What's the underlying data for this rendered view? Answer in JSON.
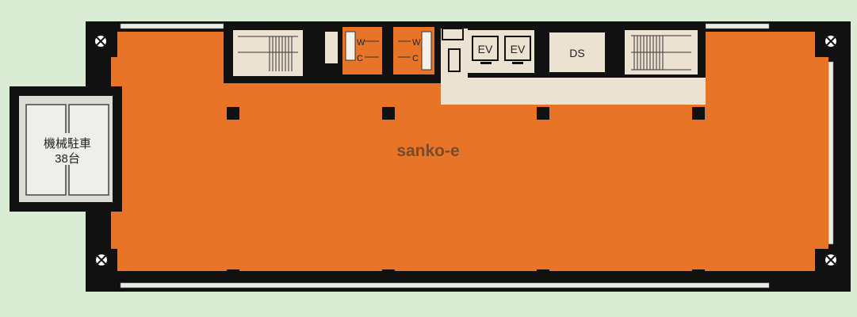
{
  "parking": {
    "line1": "機械駐車",
    "line2": "38台"
  },
  "core": {
    "elevator_1": "EV",
    "elevator_2": "EV",
    "duct_space": "DS",
    "wc_labels": [
      "W",
      "C",
      "W",
      "C"
    ]
  },
  "watermark": "sanko-e",
  "colors": {
    "background": "#d9ecd3",
    "office_floor": "#e87427",
    "walls": "#111111",
    "core_floor": "#ece2d2"
  }
}
